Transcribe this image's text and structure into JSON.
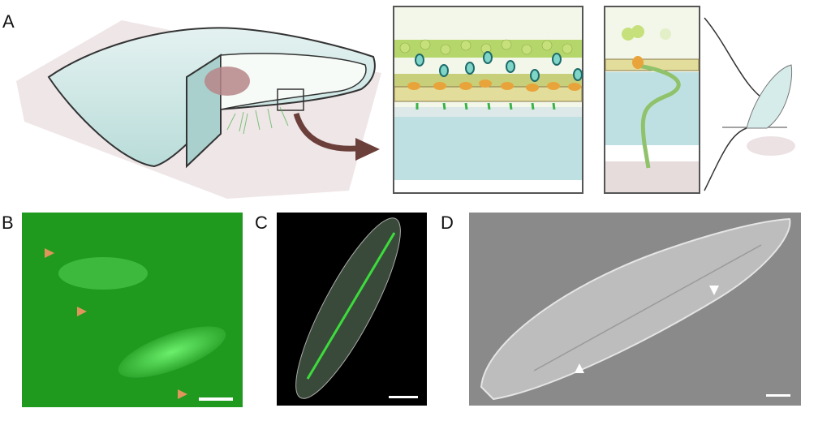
{
  "panels": {
    "a": {
      "label": "A"
    },
    "b": {
      "label": "B"
    },
    "c": {
      "label": "C"
    },
    "d": {
      "label": "D"
    }
  },
  "colors": {
    "cell_body": "#d6ecea",
    "fluorescence": "#1fa81f",
    "arrow": "#6b3f3a",
    "motor_protein": "#e8a43a",
    "sem_gray": "#8a8a8a",
    "arrowhead_orange": "#e0955a"
  }
}
